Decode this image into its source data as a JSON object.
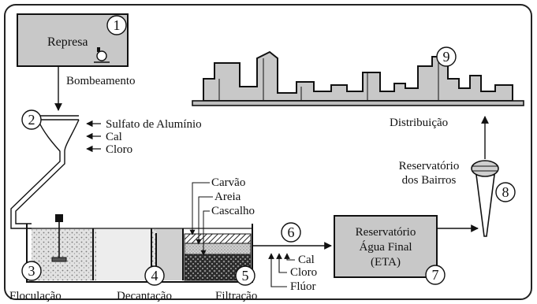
{
  "steps": {
    "represa": "Represa",
    "bombeamento": "Bombeamento",
    "floculacao": "Floculação",
    "decantacao": "Decantação",
    "filtracao": "Filtração",
    "distribuicao": "Distribuição",
    "reservatorio_bairros_l1": "Reservatório",
    "reservatorio_bairros_l2": "dos Bairros",
    "eta_l1": "Reservatório",
    "eta_l2": "Água Final",
    "eta_l3": "(ETA)"
  },
  "inputs_top": [
    "Sulfato de Alumínio",
    "Cal",
    "Cloro"
  ],
  "filter_layers": [
    "Carvão",
    "Areia",
    "Cascalho"
  ],
  "inputs_eta": [
    "Cal",
    "Cloro",
    "Flúor"
  ],
  "numbers": [
    "1",
    "2",
    "3",
    "4",
    "5",
    "6",
    "7",
    "8",
    "9"
  ],
  "colors": {
    "fill_gray": "#c8c8c8",
    "water_gray": "#d3d3d3",
    "stroke": "#111111"
  }
}
